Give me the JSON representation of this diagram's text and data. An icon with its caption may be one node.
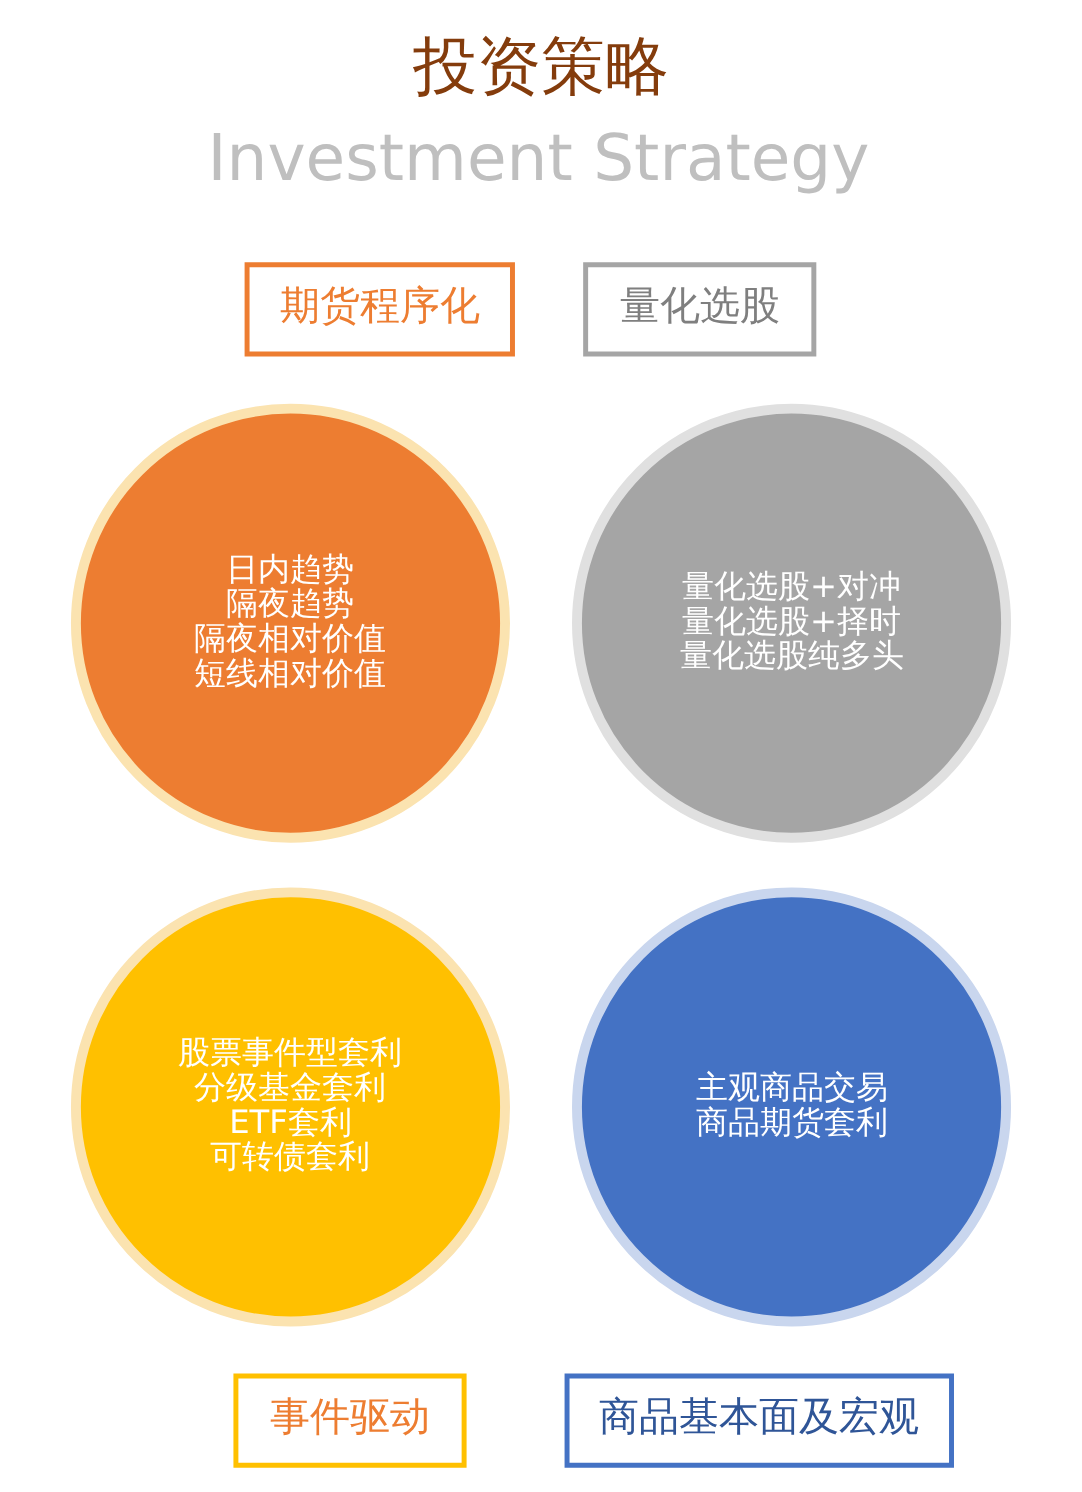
{
  "diagram": {
    "title": "投资策略",
    "nodes": [
      {
        "text": [
          "期货程序化"
        ]
      },
      {
        "text": [
          "量化选股"
        ]
      },
      {
        "text": [
          "日内趋势",
          "隔夜趋势",
          "隔夜相对价值",
          "短线相对价值"
        ]
      },
      {
        "text": [
          "量化选股+对冲",
          "量化选股+择时",
          "量化选股纯多头"
        ]
      },
      {
        "text": [
          "股票事件型套利",
          "分级基金套利",
          "ETF套利",
          "可转债套利"
        ]
      },
      {
        "text": [
          "主观商品交易",
          "商品期货套利"
        ]
      },
      {
        "text": [
          "事件驱动"
        ]
      },
      {
        "text": [
          "商品基本面及宏观"
        ]
      }
    ],
    "edges": [],
    "labels": [
      "Investment Strategy"
    ]
  }
}
